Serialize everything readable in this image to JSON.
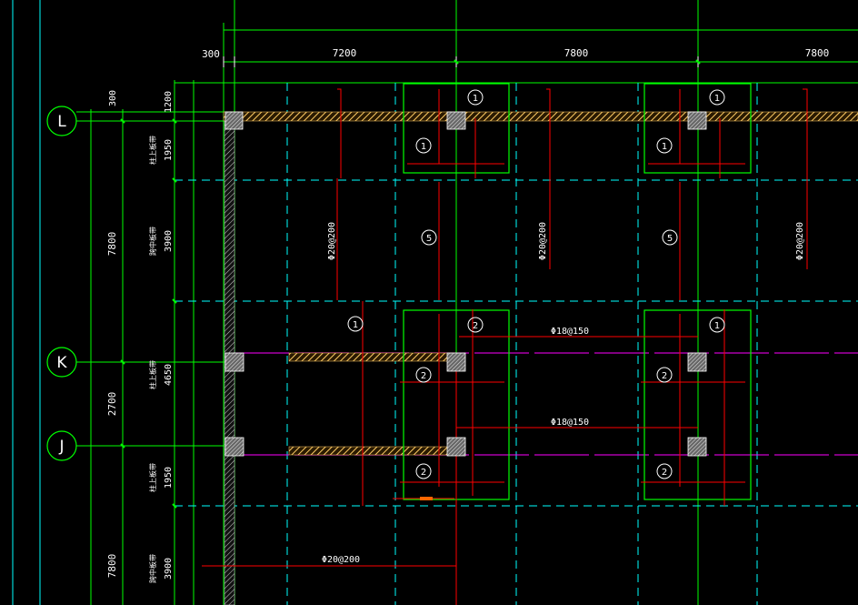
{
  "colors": {
    "background": "#000000",
    "grid_green": "#00ff00",
    "dash_cyan": "#00ffff",
    "rebar_red": "#ff0000",
    "beam_magenta": "#ff00ff",
    "hatch": "#ffcc66",
    "text": "#ffffff"
  },
  "top_dimensions": {
    "d0": "300",
    "d1": "7200",
    "d2": "7800",
    "d3": "7800"
  },
  "left_dimensions": {
    "d300": "300",
    "d7800a": "7800",
    "d2700": "2700",
    "d7800b": "7800",
    "d1200": "1200",
    "d1950a": "1950",
    "d3900a": "3900",
    "d4650": "4650",
    "d1950b": "1950",
    "d3900b": "3900"
  },
  "strip_labels": {
    "s1": "柱上板带",
    "s2": "跨中板带",
    "s3": "柱上板带",
    "s4": "柱上板带",
    "s5": "跨中板带"
  },
  "axes": {
    "L": "L",
    "K": "K",
    "J": "J"
  },
  "rebar_labels": {
    "v1": "Φ20@200",
    "v2": "Φ20@200",
    "v3": "Φ20@200",
    "h1": "Φ18@150",
    "h2": "Φ18@150",
    "h3": "Φ20@200"
  },
  "mark_numbers": {
    "n1": "1",
    "n2": "2",
    "n5": "5"
  },
  "icons": {
    "column": "hatched-column-icon",
    "axis_bubble": "axis-bubble-icon",
    "mark_circle": "rebar-mark-icon"
  }
}
